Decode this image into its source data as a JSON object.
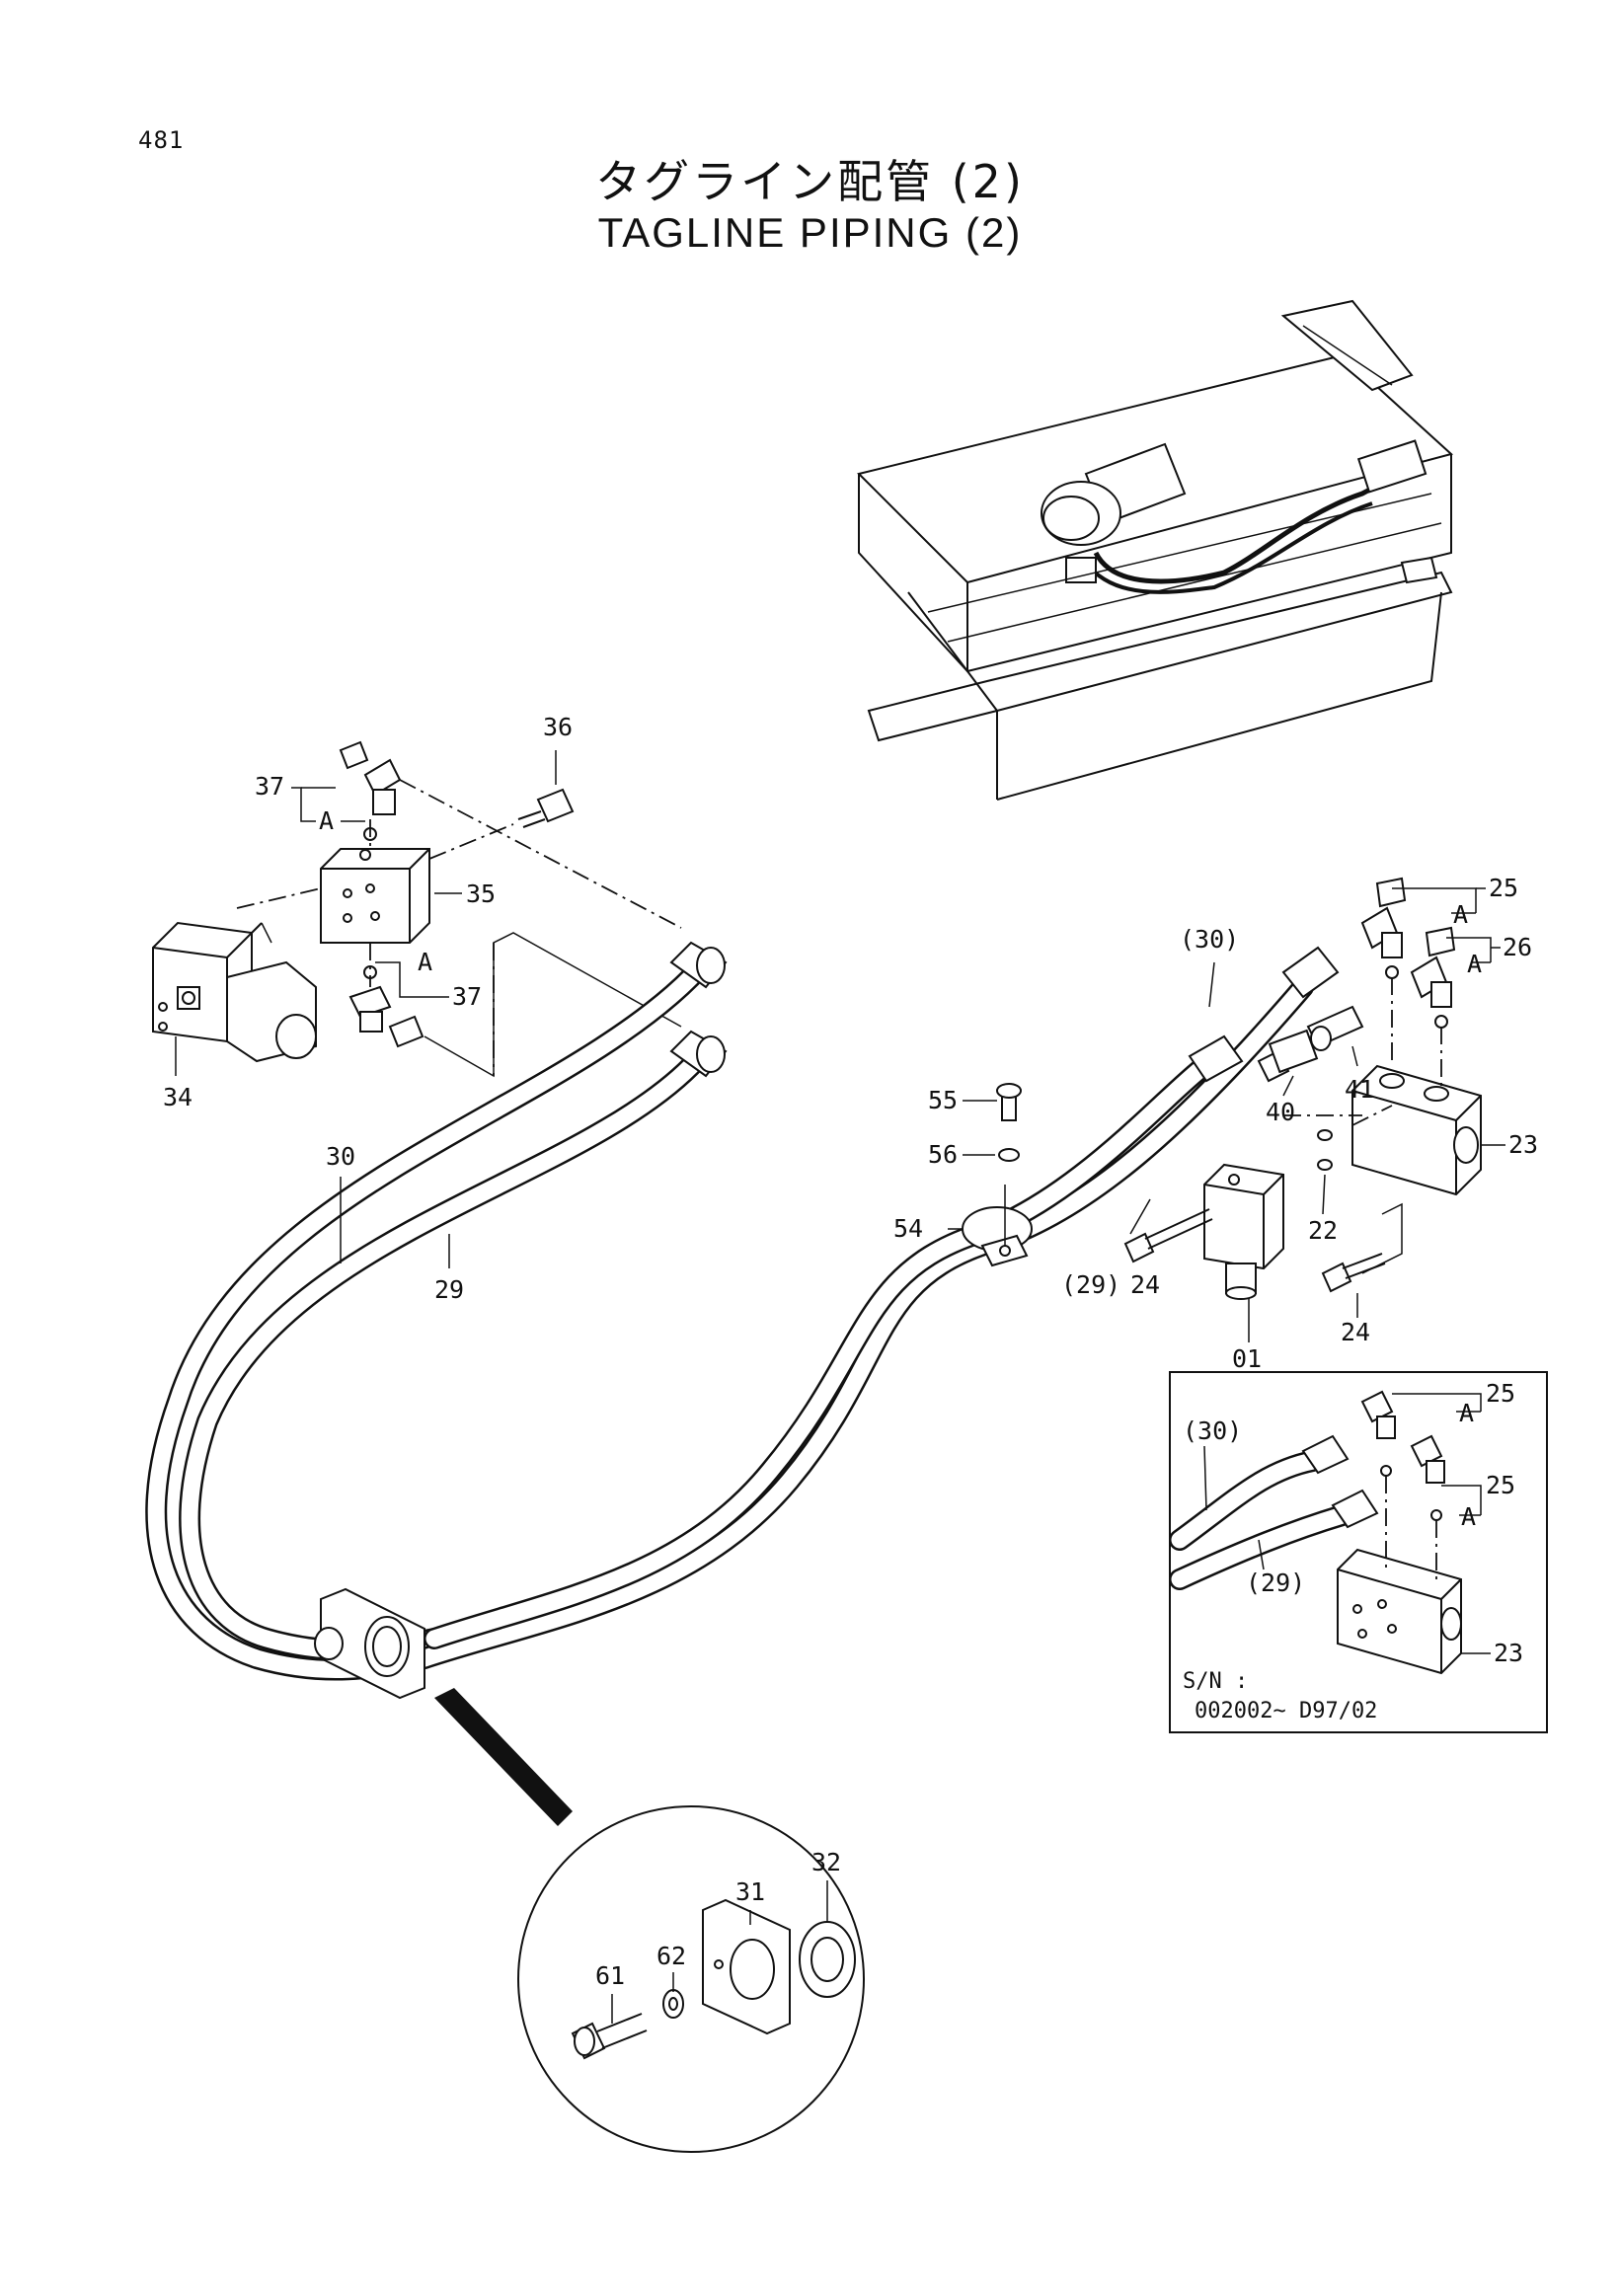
{
  "page": {
    "number": "481",
    "title_jp": "タグライン配管 (2)",
    "title_en": "TAGLINE PIPING (2)"
  },
  "labels": {
    "p36": "36",
    "p37a": "37",
    "p37b": "37",
    "pA1": "A",
    "pA2": "A",
    "p35": "35",
    "p34": "34",
    "p30": "30",
    "p29": "29",
    "p55": "55",
    "p56": "56",
    "p54": "54",
    "p29r": "(29)",
    "p24a": "24",
    "p01": "01",
    "p24b": "24",
    "p22": "22",
    "p23": "23",
    "p40": "40",
    "p41": "41",
    "p30r": "(30)",
    "p25": "25",
    "pA3": "A",
    "p26": "26",
    "pA4": "A",
    "p61": "61",
    "p62": "62",
    "p31": "31",
    "p32": "32"
  },
  "inset": {
    "p30": "(30)",
    "p29": "(29)",
    "p25a": "25",
    "pA1": "A",
    "p25b": "25",
    "pA2": "A",
    "p23": "23",
    "sn_label": "S/N :",
    "sn_range": "002002~ D97/02"
  }
}
